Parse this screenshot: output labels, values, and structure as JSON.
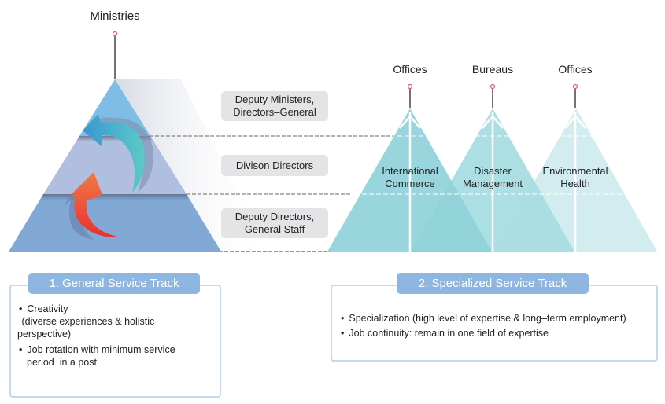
{
  "diagram": {
    "top_label": "Ministries",
    "levels": [
      {
        "label_line1": "Deputy Ministers,",
        "label_line2": "Directors–General"
      },
      {
        "label_line1": "Divison Directors",
        "label_line2": ""
      },
      {
        "label_line1": "Deputy Directors,",
        "label_line2": "General Staff"
      }
    ],
    "specialized_units": [
      {
        "top_label": "Offices",
        "name_line1": "International",
        "name_line2": "Commerce"
      },
      {
        "top_label": "Bureaus",
        "name_line1": "Disaster",
        "name_line2": "Management"
      },
      {
        "top_label": "Offices",
        "name_line1": "Environmental",
        "name_line2": "Health"
      }
    ],
    "colors": {
      "pyramid_top": "#7fbde6",
      "pyramid_mid": "#b0bfe0",
      "pyramid_bottom": "#82a8d6",
      "teal_1": "#8fd1d9",
      "teal_2": "#a8dde2",
      "teal_3": "#d2ecef",
      "arrow_orange": "#ef5a35",
      "arrow_teal": "#4fb8c8",
      "header_blue": "#8fb6e1",
      "pin_red": "#e05a6a"
    }
  },
  "tracks": [
    {
      "title": "1. General Service Track",
      "items": [
        {
          "line1": "Creativity",
          "line2": " (diverse experiences & holistic",
          "line3": "perspective)"
        },
        {
          "line1": "Job rotation with minimum service",
          "line2": "period  in a post",
          "line3": ""
        }
      ]
    },
    {
      "title": "2. Specialized Service Track",
      "items": [
        {
          "line1": "Specialization (high level of expertise & long–term employment)"
        },
        {
          "line1": "Job continuity: remain in one field of expertise"
        }
      ]
    }
  ]
}
